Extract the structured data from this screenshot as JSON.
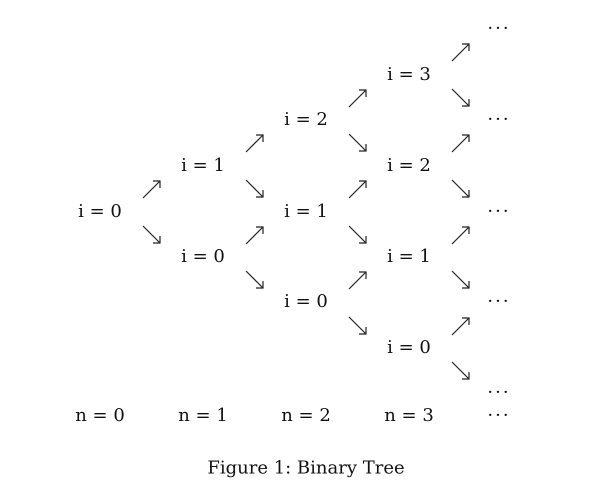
{
  "nodes": {
    "n0_i0": "i = 0",
    "n1_i1": "i = 1",
    "n1_i0": "i = 0",
    "n2_i2": "i = 2",
    "n2_i1": "i = 1",
    "n2_i0": "i = 0",
    "n3_i3": "i = 3",
    "n3_i2": "i = 2",
    "n3_i1": "i = 1",
    "n3_i0": "i = 0"
  },
  "levels": {
    "n0": "n = 0",
    "n1": "n = 1",
    "n2": "n = 2",
    "n3": "n = 3"
  },
  "ellipsis": "···",
  "caption": "Figure 1: Binary Tree"
}
